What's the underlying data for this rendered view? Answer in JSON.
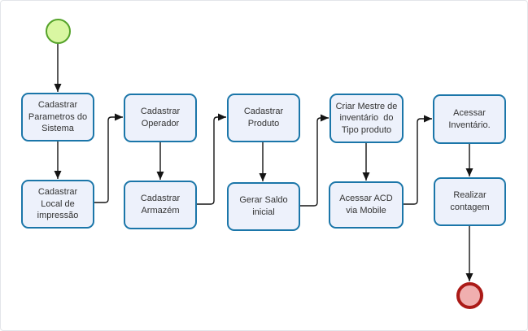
{
  "diagram": {
    "type": "flowchart",
    "language": "pt-BR",
    "colors": {
      "task_fill": "#edf1fb",
      "task_border": "#1b76a9",
      "task_text": "#333333",
      "connector": "#141414",
      "start_fill": "#d9f7a2",
      "start_border": "#55a32a",
      "end_fill": "#f0afaf",
      "end_border": "#ab1a17",
      "canvas_border": "#e3e5e9"
    },
    "events": [
      {
        "id": "start",
        "kind": "start-event",
        "shape": "circle"
      },
      {
        "id": "end",
        "kind": "end-event",
        "shape": "circle"
      }
    ],
    "nodes": [
      {
        "id": "cadastrar-parametros-do-sistema",
        "label": "Cadastrar\nParametros do\nSistema"
      },
      {
        "id": "cadastrar-local-de-impressao",
        "label": "Cadastrar\nLocal de\nimpressão"
      },
      {
        "id": "cadastrar-operador",
        "label": "Cadastrar\nOperador"
      },
      {
        "id": "cadastrar-armazem",
        "label": "Cadastrar\nArmazém"
      },
      {
        "id": "cadastrar-produto",
        "label": "Cadastrar\nProduto"
      },
      {
        "id": "gerar-saldo-inicial",
        "label": "Gerar Saldo\ninicial"
      },
      {
        "id": "criar-mestre-inventario-tipo-produto",
        "label": "Criar Mestre de\ninventário  do\nTipo produto"
      },
      {
        "id": "acessar-acd-via-mobile",
        "label": "Acessar ACD\nvia Mobile"
      },
      {
        "id": "acessar-inventario",
        "label": "Acessar\nInventário."
      },
      {
        "id": "realizar-contagem",
        "label": "Realizar\ncontagem"
      }
    ],
    "flows": [
      {
        "from": "start",
        "to": "cadastrar-parametros-do-sistema"
      },
      {
        "from": "cadastrar-parametros-do-sistema",
        "to": "cadastrar-local-de-impressao"
      },
      {
        "from": "cadastrar-local-de-impressao",
        "to": "cadastrar-operador"
      },
      {
        "from": "cadastrar-operador",
        "to": "cadastrar-armazem"
      },
      {
        "from": "cadastrar-armazem",
        "to": "cadastrar-produto"
      },
      {
        "from": "cadastrar-produto",
        "to": "gerar-saldo-inicial"
      },
      {
        "from": "gerar-saldo-inicial",
        "to": "criar-mestre-inventario-tipo-produto"
      },
      {
        "from": "criar-mestre-inventario-tipo-produto",
        "to": "acessar-acd-via-mobile"
      },
      {
        "from": "acessar-acd-via-mobile",
        "to": "acessar-inventario"
      },
      {
        "from": "acessar-inventario",
        "to": "realizar-contagem"
      },
      {
        "from": "realizar-contagem",
        "to": "end"
      }
    ]
  }
}
